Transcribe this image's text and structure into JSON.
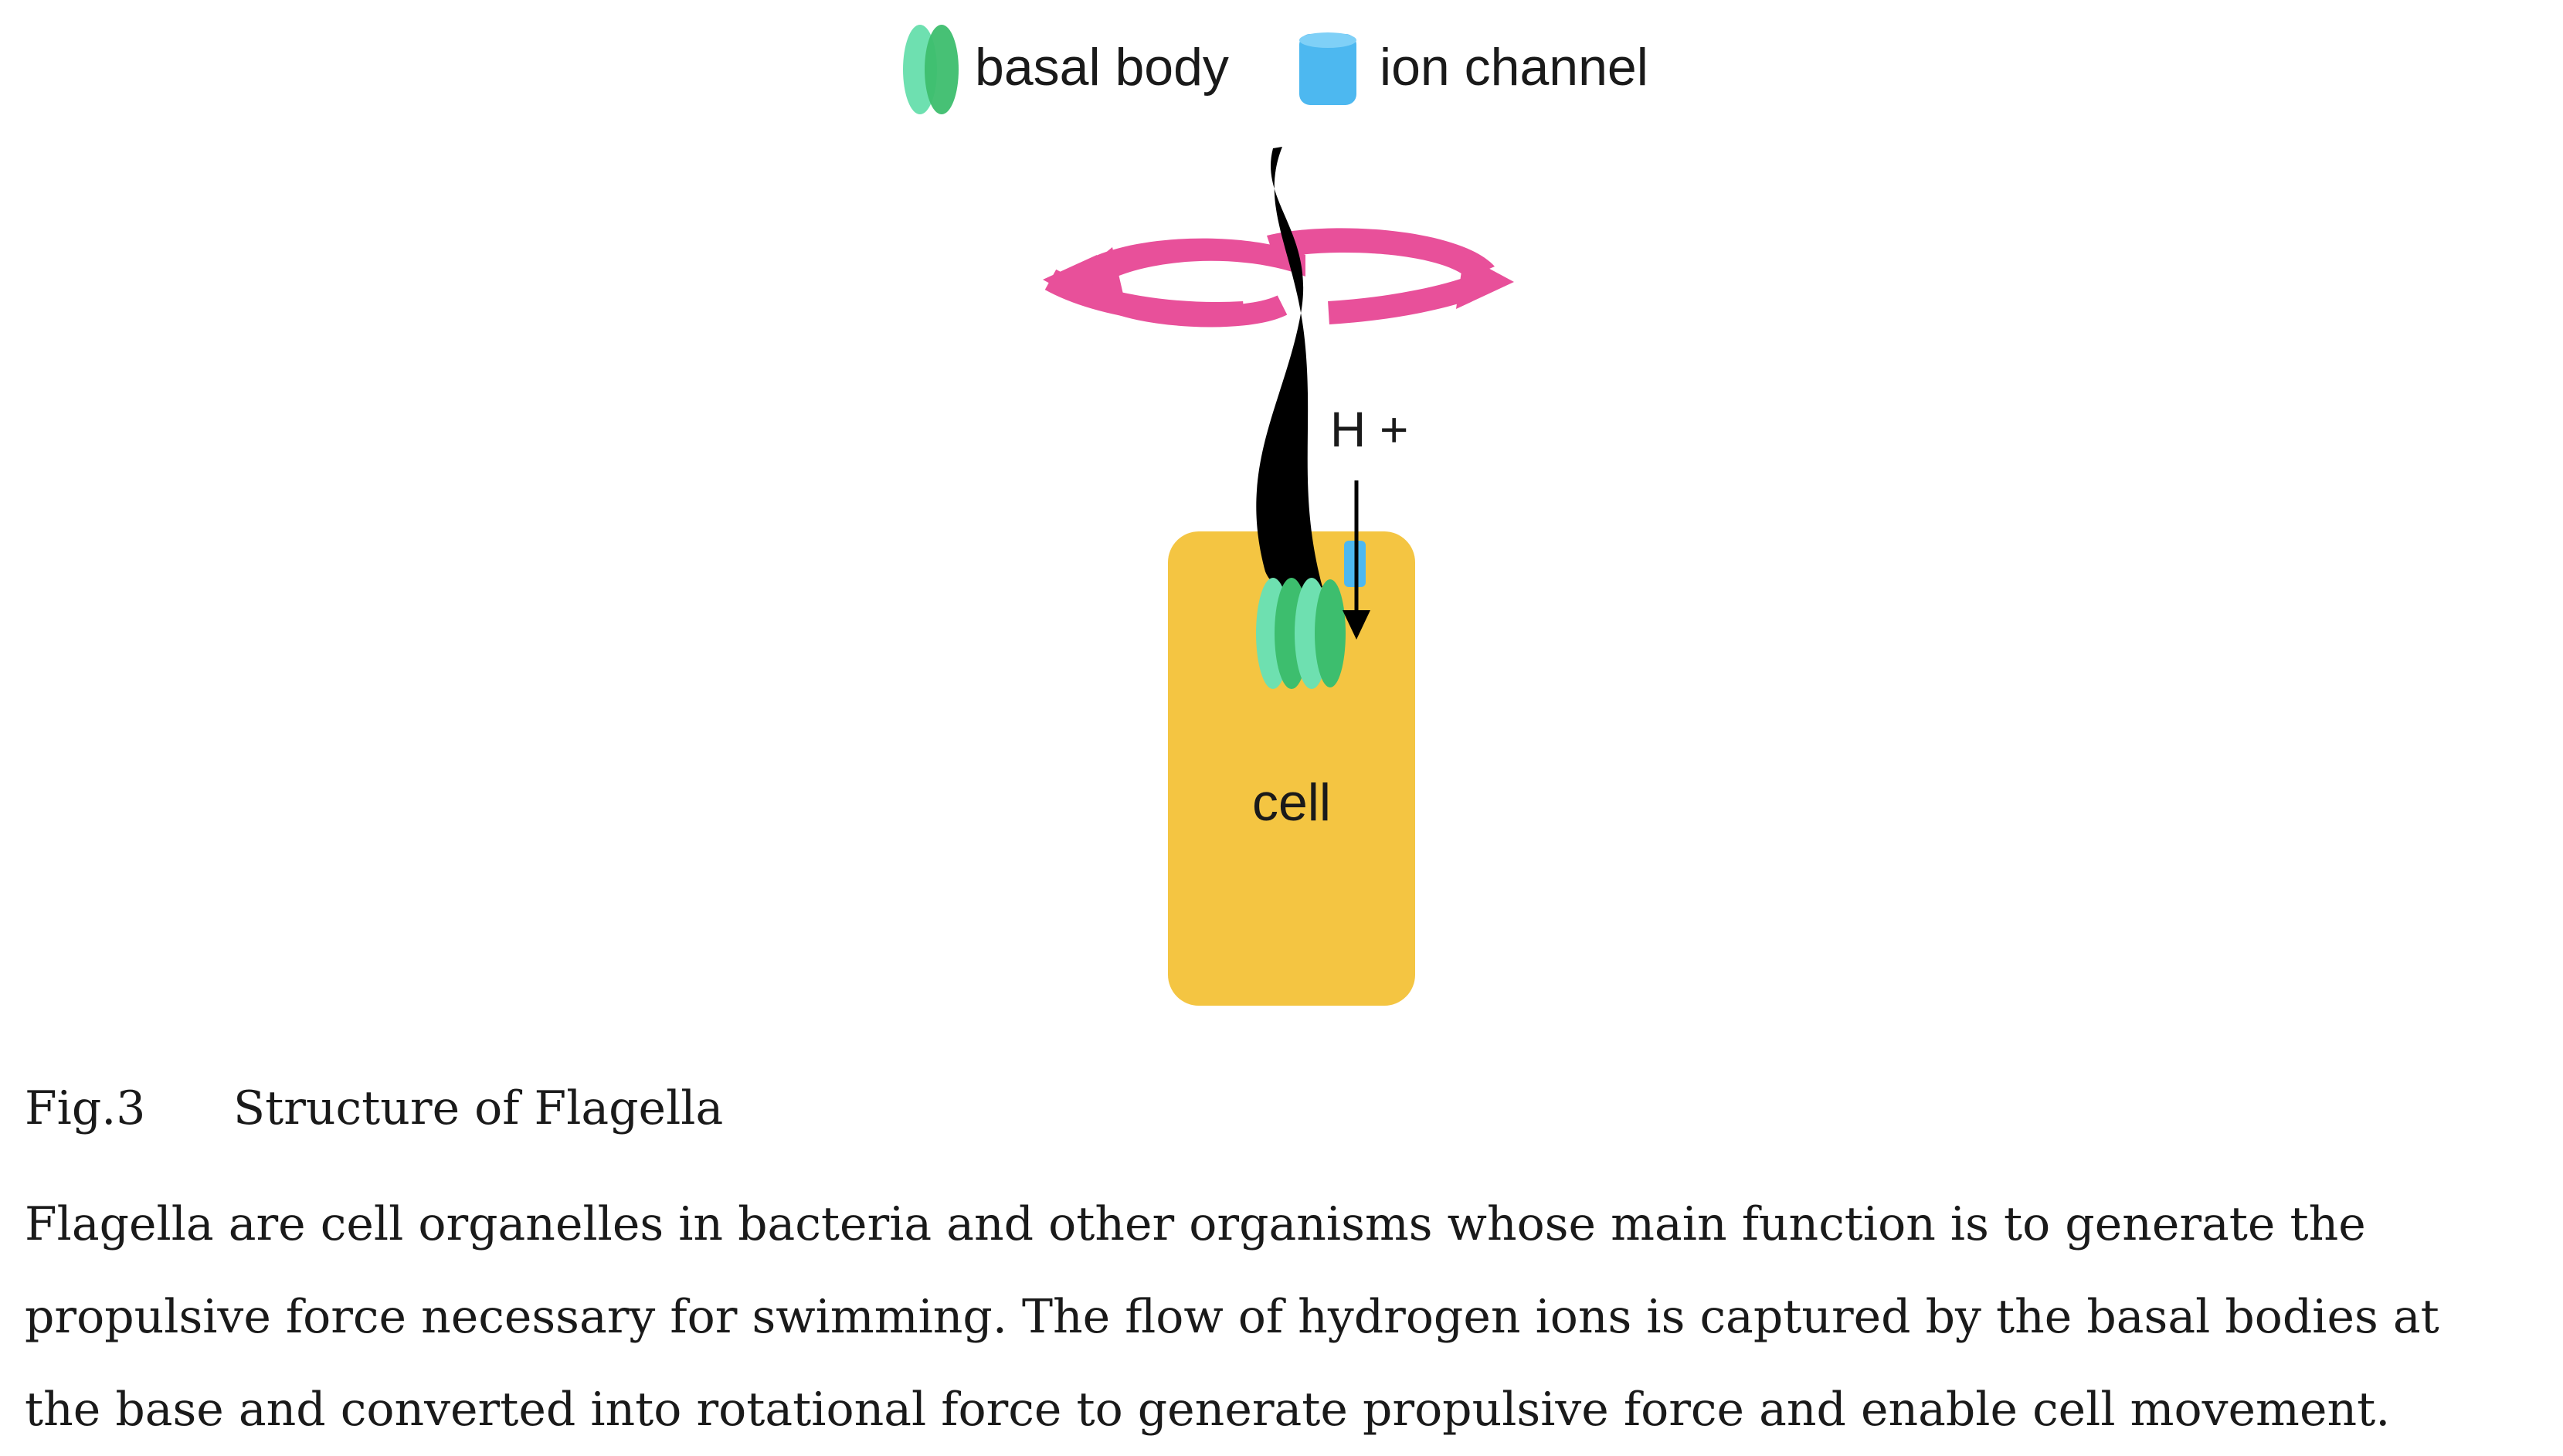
{
  "legend": {
    "basal_body": "basal body",
    "ion_channel": "ion channel"
  },
  "diagram": {
    "ion_label": "H +",
    "cell_label": "cell"
  },
  "colors": {
    "cell": "#F4C542",
    "basal_body_light": "#6EE0B0",
    "basal_body_dark": "#3DBE6E",
    "ion_channel": "#4DB8F0",
    "rotation_arrow": "#E8509A",
    "flagellum": "#000000"
  },
  "caption": {
    "figure_number": "Fig.3",
    "figure_title": "Structure of Flagella",
    "lines": [
      "Flagella are cell organelles in bacteria and other organisms whose main function is to generate the",
      "propulsive force necessary for swimming. The flow of hydrogen ions is captured by the basal bodies at",
      "the base and converted into rotational force to generate propulsive force and enable cell movement."
    ]
  }
}
